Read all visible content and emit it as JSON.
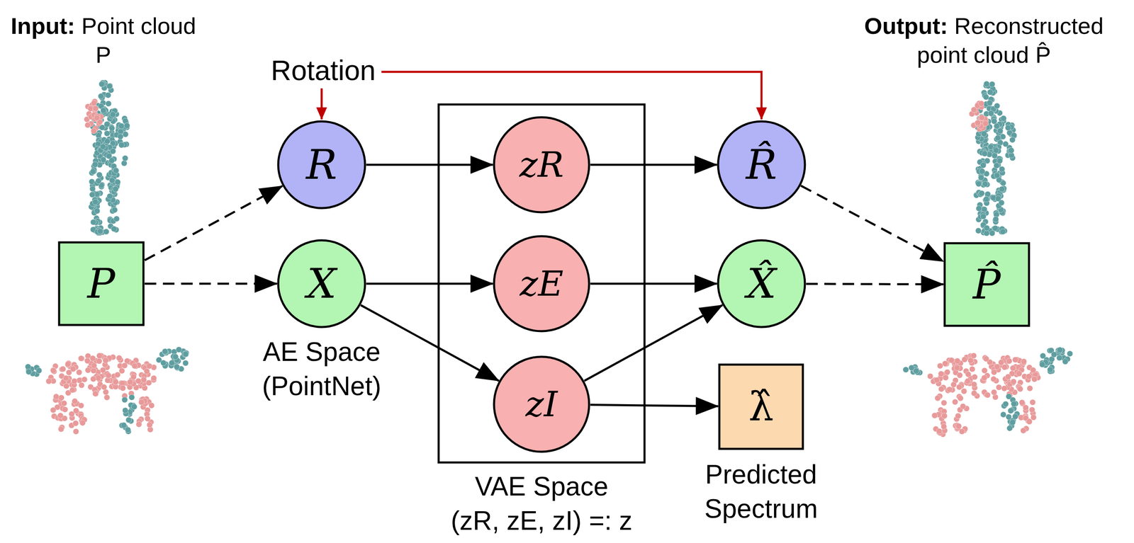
{
  "diagram": {
    "nodes": [
      {
        "text": [
          "P"
        ]
      },
      {
        "text": [
          "R"
        ]
      },
      {
        "text": [
          "X",
          "AE Space (PointNet)"
        ]
      },
      {
        "text": [
          "VAE Space",
          "(zR, zE, zI) =: z"
        ]
      },
      {
        "text": [
          "zR"
        ],
        "in": 3
      },
      {
        "text": [
          "zE"
        ],
        "in": 3
      },
      {
        "text": [
          "zI"
        ],
        "in": 3
      },
      {
        "text": [
          "R̂"
        ]
      },
      {
        "text": [
          "X̂"
        ]
      },
      {
        "text": [
          "P̂"
        ]
      },
      {
        "text": [
          "λ̂",
          "Predicted Spectrum"
        ]
      }
    ],
    "edges": [
      {
        "from": 0,
        "to": 1,
        "arrow": "to"
      },
      {
        "from": 0,
        "to": 2,
        "arrow": "to"
      },
      {
        "from": 1,
        "to": 4,
        "arrow": "to"
      },
      {
        "from": 2,
        "to": 5,
        "arrow": "to"
      },
      {
        "from": 2,
        "to": 6,
        "arrow": "to"
      },
      {
        "from": 4,
        "to": 7,
        "arrow": "to"
      },
      {
        "from": 5,
        "to": 8,
        "arrow": "to"
      },
      {
        "from": 6,
        "to": 8,
        "arrow": "to"
      },
      {
        "from": 6,
        "to": 10,
        "arrow": "to"
      },
      {
        "from": 7,
        "to": 9,
        "arrow": "to"
      },
      {
        "from": 8,
        "to": 9,
        "arrow": "to"
      }
    ],
    "labels": [
      "Input:",
      "Point cloud P",
      "Output:",
      "Reconstructed point cloud P̂",
      "Rotation"
    ]
  }
}
